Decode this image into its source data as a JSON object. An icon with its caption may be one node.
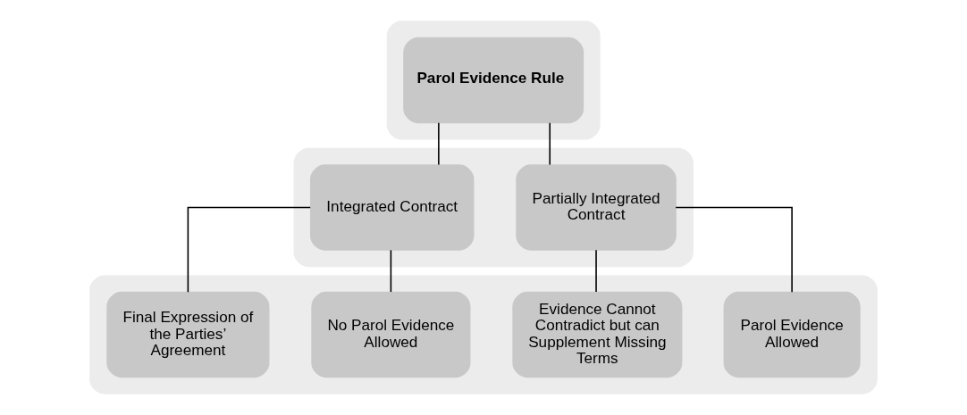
{
  "diagram": {
    "nodes": [
      {
        "text": [],
        "shape": "band"
      },
      {
        "text": [],
        "shape": "band"
      },
      {
        "text": [],
        "shape": "band"
      },
      {
        "text": [
          "Parol Evidence Rule"
        ],
        "in": 0
      },
      {
        "text": [
          "Partially Integrated Contract"
        ],
        "in": 1
      },
      {
        "text": [
          "Integrated Contract"
        ],
        "in": 1
      },
      {
        "text": [
          "Parol Evidence Allowed"
        ],
        "in": 2
      },
      {
        "text": [
          "Evidence Cannot Contradict but can Supplement Missing Terms"
        ],
        "in": 2
      },
      {
        "text": [
          "No Parol Evidence Allowed"
        ],
        "in": 2
      },
      {
        "text": [
          "Final Expression of the Parties’ Agreement"
        ],
        "in": 2
      }
    ],
    "edges": [
      {
        "from": 3,
        "to": 4,
        "arrow": "none"
      },
      {
        "from": 3,
        "to": 5,
        "arrow": "none"
      },
      {
        "from": 4,
        "to": 6,
        "arrow": "none"
      },
      {
        "from": 4,
        "to": 7,
        "arrow": "none"
      },
      {
        "from": 5,
        "to": 8,
        "arrow": "none"
      },
      {
        "from": 5,
        "to": 9,
        "arrow": "none"
      }
    ]
  }
}
